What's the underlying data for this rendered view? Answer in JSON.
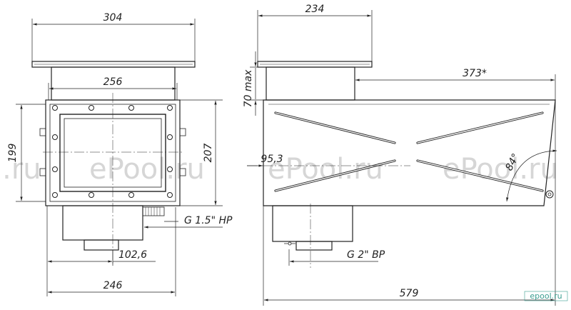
{
  "drawing": {
    "dims": {
      "flange_width": "304",
      "front_opening_width": "256",
      "body_height_left": "199",
      "body_height_right": "207",
      "thread_left": "G 1.5\" HP",
      "outlet_offset": "102,6",
      "base_width": "246",
      "side_flange_width": "234",
      "flange_height": "70 max",
      "body_length_top": "373*",
      "inlet_height": "95,3",
      "angle": "84°",
      "thread_bottom": "G 2\" BP",
      "total_length": "579"
    },
    "watermark": "ePool.ru",
    "watermark_partial": "l.ru",
    "logo": "epool.ru"
  }
}
